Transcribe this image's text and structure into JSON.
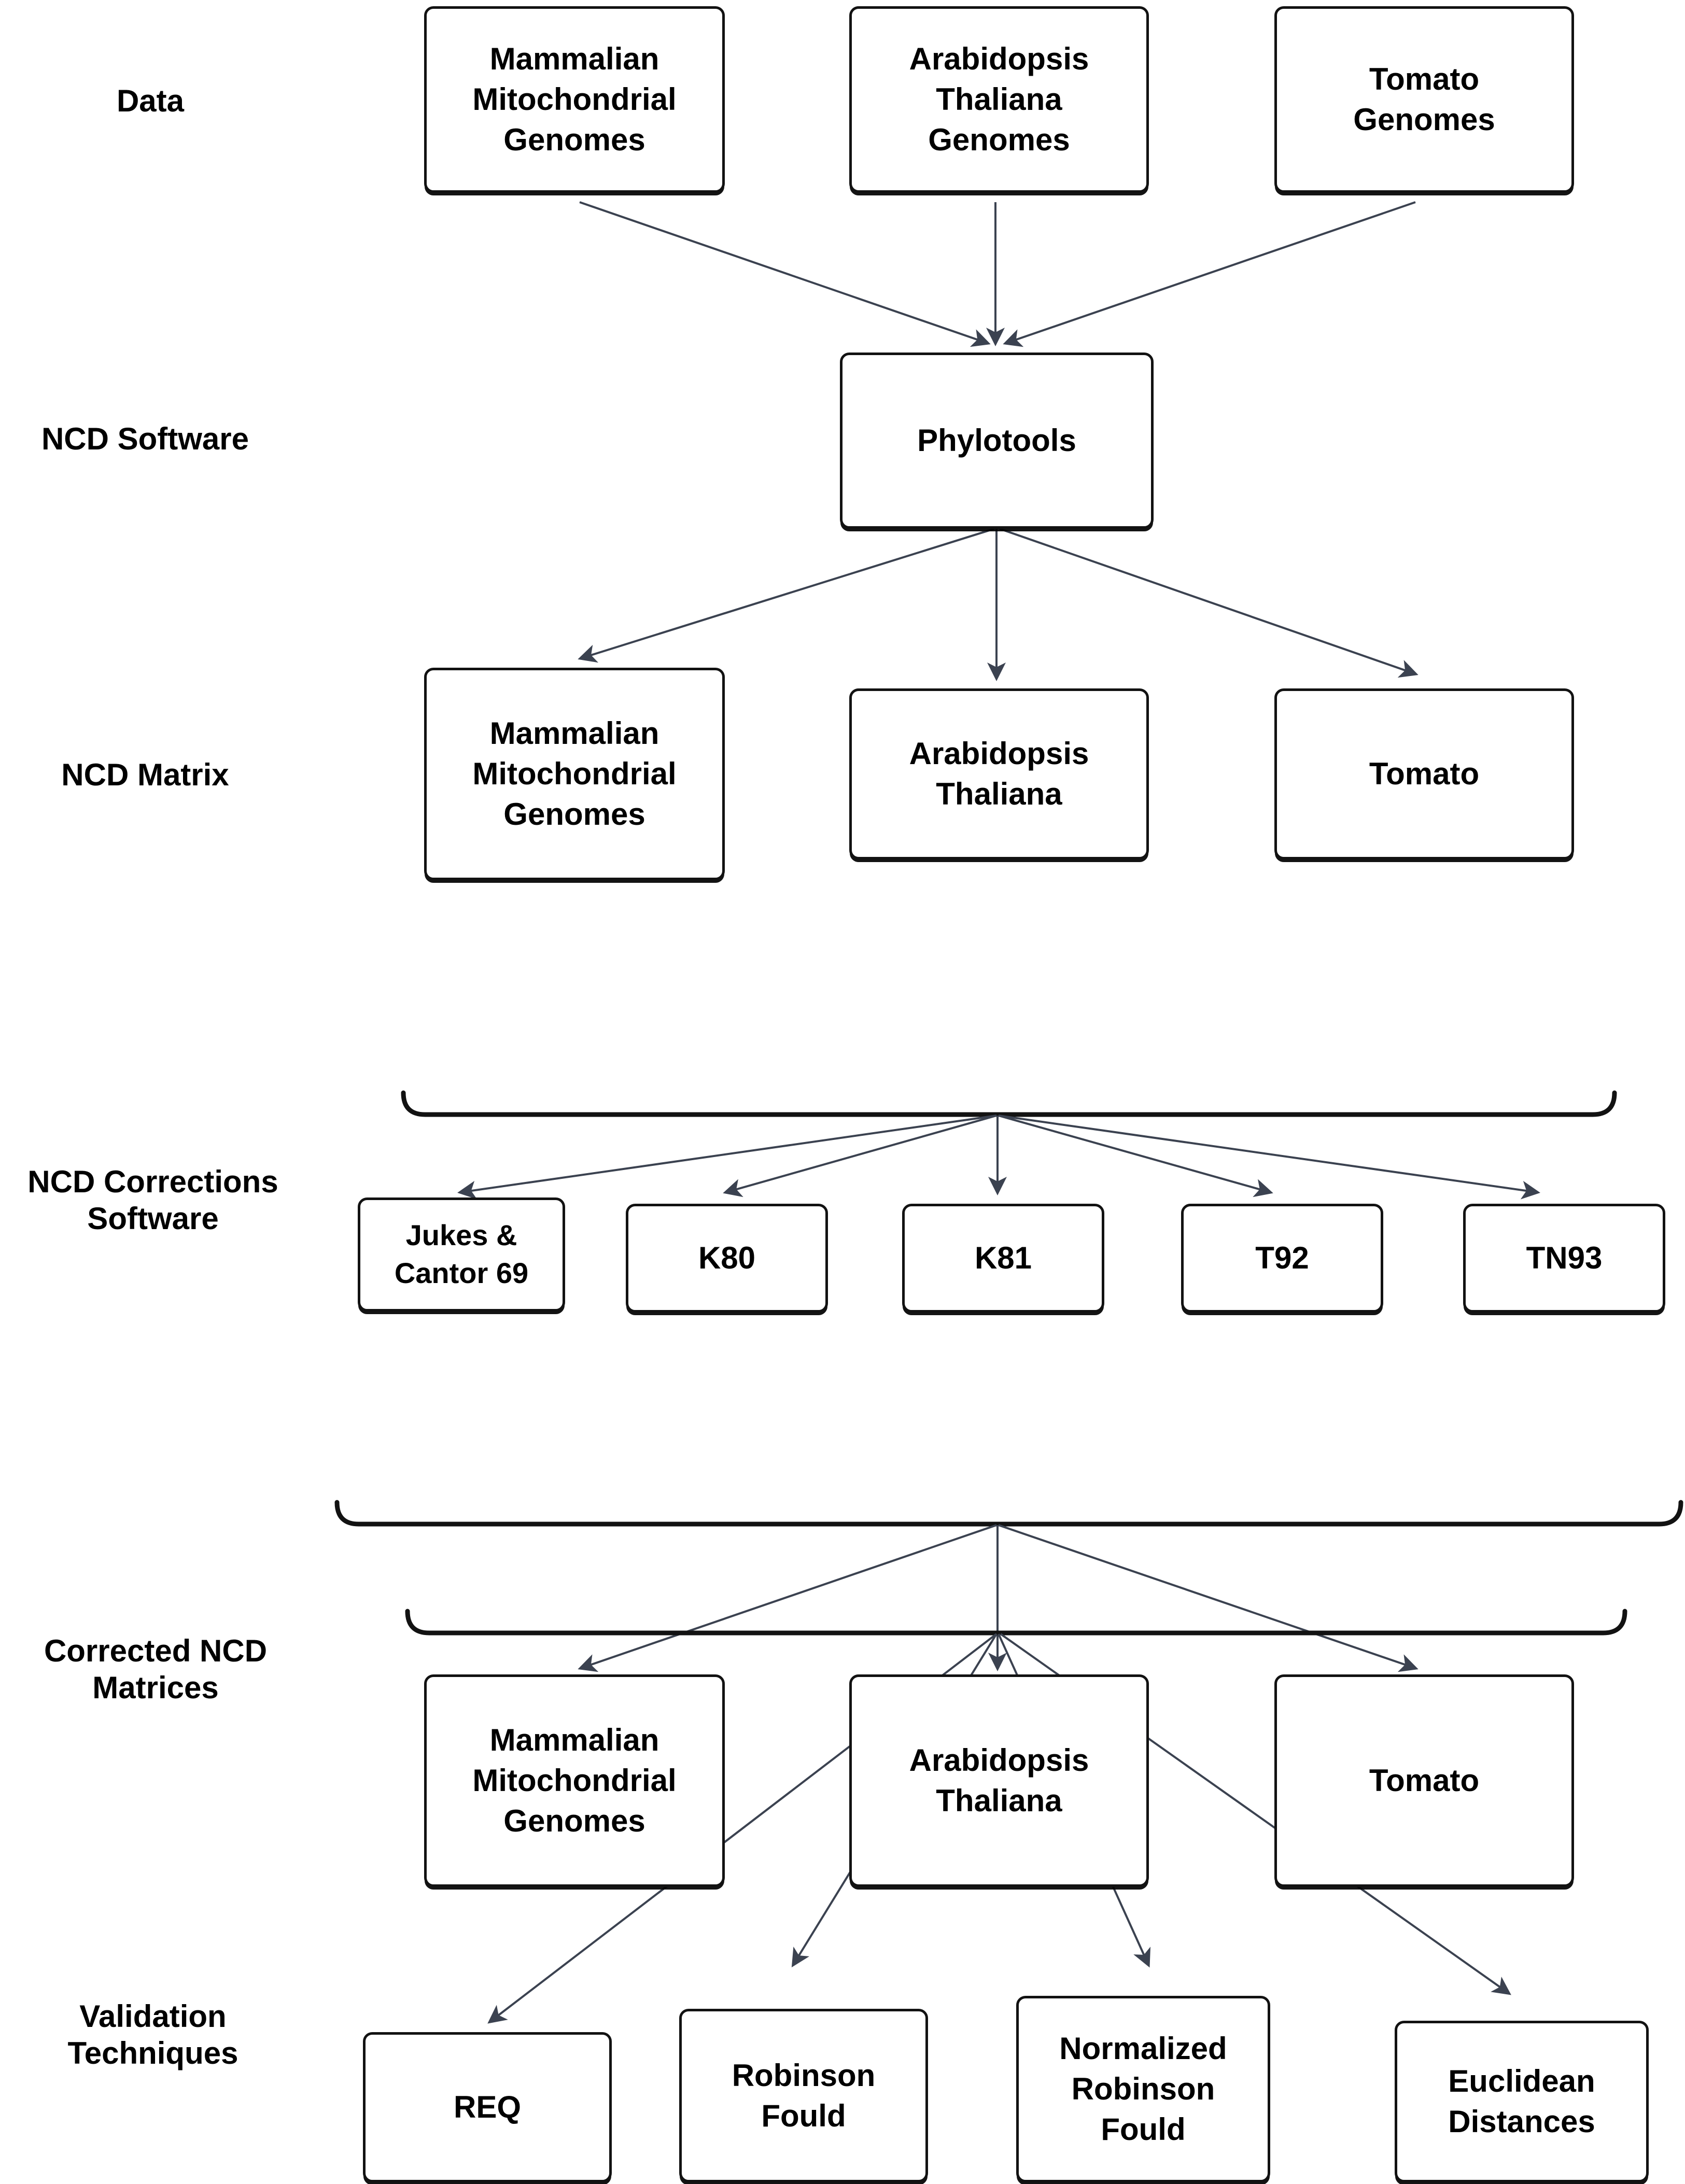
{
  "diagram": {
    "title": "NCD phylogenetic analysis pipeline",
    "background_color": "#ffffff",
    "box_border_color": "#121212",
    "edge_color": "#3b4250",
    "text_color": "#000000"
  },
  "row_labels": {
    "data": "Data",
    "ncd_software": "NCD Software",
    "ncd_matrix": "NCD Matrix",
    "ncd_corrections_software": "NCD Corrections\nSoftware",
    "corrected_ncd_matrices": "Corrected NCD\nMatrices",
    "validation_techniques": "Validation\nTechniques"
  },
  "rows": {
    "data": [
      {
        "label": "Mammalian\nMitochondrial\nGenomes"
      },
      {
        "label": "Arabidopsis\nThaliana\nGenomes"
      },
      {
        "label": "Tomato\nGenomes"
      }
    ],
    "ncd_software": [
      {
        "label": "Phylotools"
      }
    ],
    "ncd_matrix": [
      {
        "label": "Mammalian\nMitochondrial\nGenomes"
      },
      {
        "label": "Arabidopsis\nThaliana"
      },
      {
        "label": "Tomato"
      }
    ],
    "ncd_corrections_software": [
      {
        "label": "Jukes &\nCantor 69"
      },
      {
        "label": "K80"
      },
      {
        "label": "K81"
      },
      {
        "label": "T92"
      },
      {
        "label": "TN93"
      }
    ],
    "corrected_ncd_matrices": [
      {
        "label": "Mammalian\nMitochondrial\nGenomes"
      },
      {
        "label": "Arabidopsis\nThaliana"
      },
      {
        "label": "Tomato"
      }
    ],
    "validation_techniques": [
      {
        "label": "REQ"
      },
      {
        "label": "Robinson\nFould"
      },
      {
        "label": "Normalized\nRobinson\nFould"
      },
      {
        "label": "Euclidean\nDistances"
      }
    ]
  }
}
